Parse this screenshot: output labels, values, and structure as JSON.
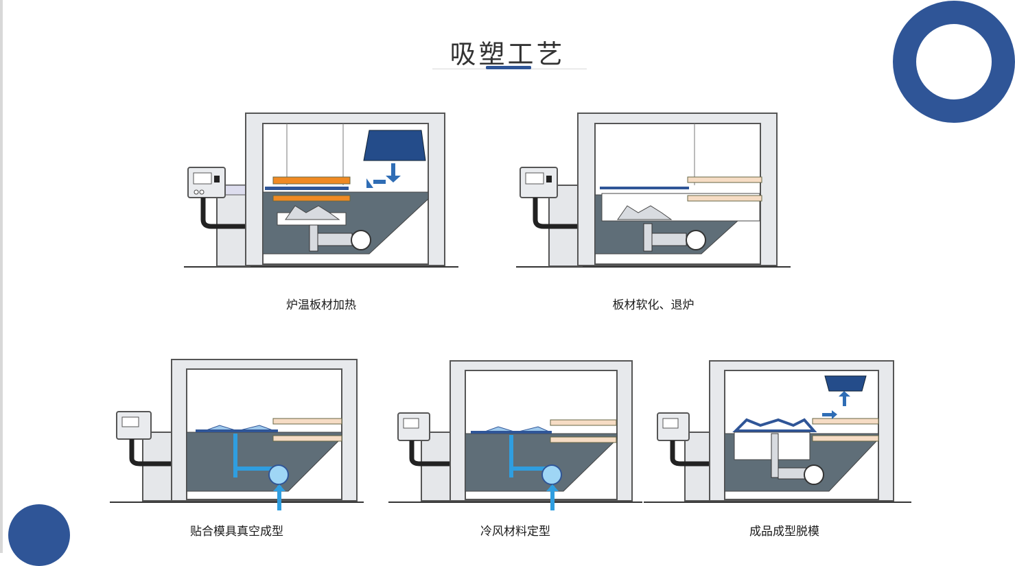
{
  "title": "吸塑工艺",
  "steps": [
    {
      "caption": "炉温板材加热"
    },
    {
      "caption": "板材软化、退炉"
    },
    {
      "caption": "贴合模具真空成型"
    },
    {
      "caption": "冷风材料定型"
    },
    {
      "caption": "成品成型脱模"
    }
  ]
}
